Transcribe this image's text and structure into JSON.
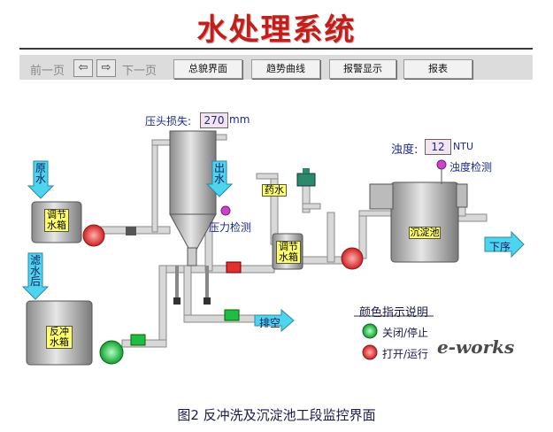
{
  "title": "水处理系统",
  "toolbar": {
    "prev_page": "前一页",
    "prev_arrow": "⇦",
    "next_arrow": "⇨",
    "next_page": "下一页",
    "overview": "总貌界面",
    "trend": "趋势曲线",
    "alarm": "报警显示",
    "report": "报表"
  },
  "process": {
    "head_loss_label": "压头损失:",
    "head_loss_value": "270",
    "head_loss_unit": "mm",
    "turbidity_label": "浊度:",
    "turbidity_value": "12",
    "turbidity_unit": "NTU",
    "turbidity_detect": "浊度检测",
    "pressure_detect": "压力检测",
    "raw_water": "原水",
    "outlet": "出水",
    "filtered_water": "滤水后",
    "adjust_tank_1": "调节水箱",
    "backwash_tank": "反冲水箱",
    "dosing": "药水",
    "adjust_tank_2": "调节水箱",
    "sediment_tank": "沉淀池",
    "next_process": "下序",
    "drain": "排空"
  },
  "legend": {
    "title": "颜色指示说明",
    "green": "关闭/停止",
    "red": "打开/运行"
  },
  "watermark": "e-works",
  "caption": "图2 反冲洗及沉淀池工段监控界面",
  "colors": {
    "title_red": "#c0201c",
    "label_blue": "#1a2a8a",
    "pipe_gray": "#d0d0d0",
    "flag_cyan": "#4fd4f0",
    "pump_red": "#e03030",
    "valve_green": "#22bb44",
    "indicator_magenta": "#d040d0"
  }
}
